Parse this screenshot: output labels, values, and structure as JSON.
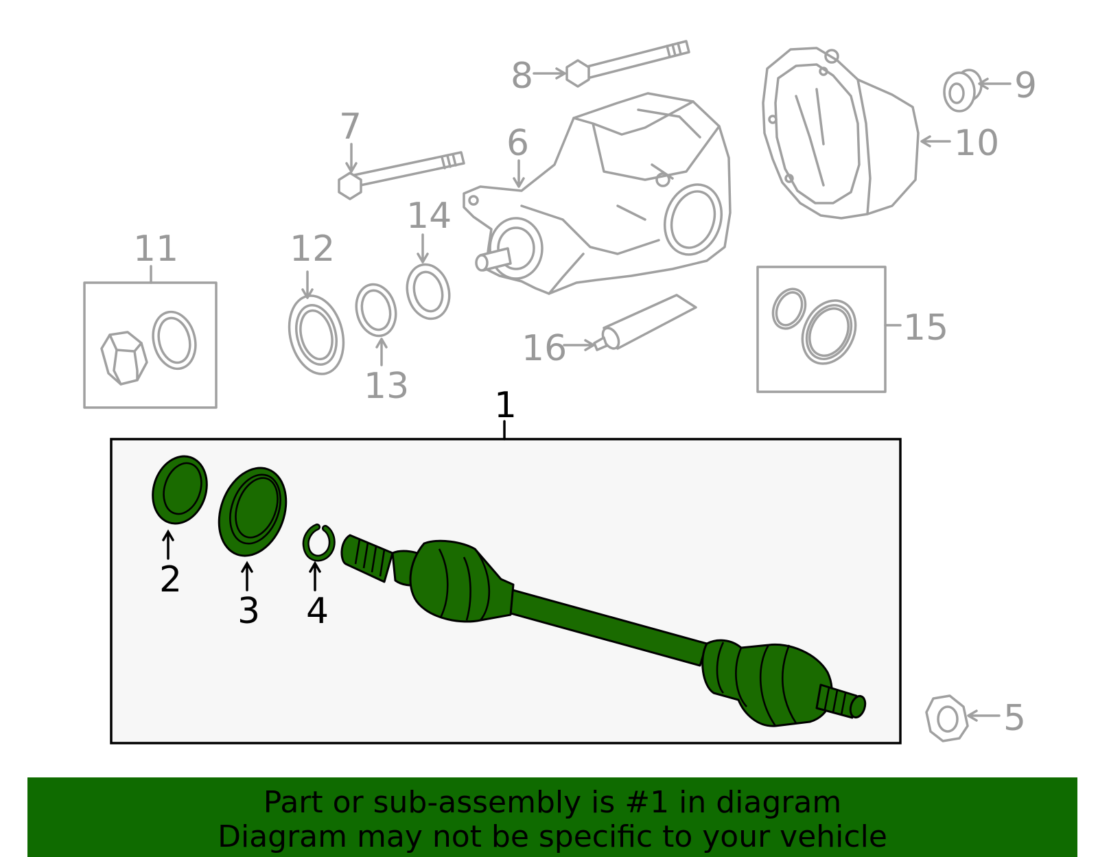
{
  "callouts": {
    "c1": "1",
    "c2": "2",
    "c3": "3",
    "c4": "4",
    "c5": "5",
    "c6": "6",
    "c7": "7",
    "c8": "8",
    "c9": "9",
    "c10": "10",
    "c11": "11",
    "c12": "12",
    "c13": "13",
    "c14": "14",
    "c15": "15",
    "c16": "16"
  },
  "banner": {
    "line1": "Part or sub-assembly is #1 in diagram",
    "line2": "Diagram may not be specific to your vehicle"
  },
  "colors": {
    "highlight_part": "#1a6b00",
    "banner_background": "#0f6b00",
    "gray_parts": "#a0a0a0"
  }
}
